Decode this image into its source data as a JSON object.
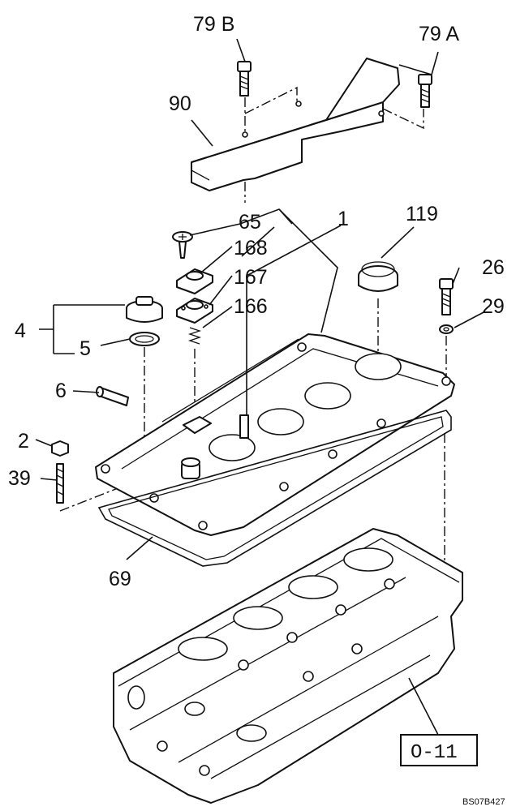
{
  "labels": {
    "l79b": "79 B",
    "l79a": "79 A",
    "l90": "90",
    "l65": "65",
    "l1": "1",
    "l119": "119",
    "l168": "168",
    "l167": "167",
    "l166": "166",
    "l26": "26",
    "l29": "29",
    "l4": "4",
    "l5": "5",
    "l6": "6",
    "l2": "2",
    "l39": "39",
    "l69": "69"
  },
  "reference_box": "O-11",
  "drawing_code": "BS07B427"
}
